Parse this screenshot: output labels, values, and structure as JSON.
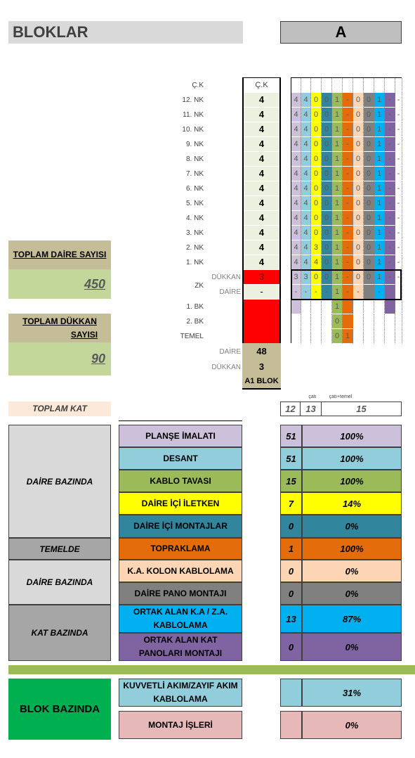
{
  "header": {
    "title": "BLOKLAR",
    "block": "A"
  },
  "floors": [
    {
      "label": "Ç.K",
      "value": "Ç.K",
      "cells": [
        "",
        "",
        "",
        "",
        "",
        "",
        "",
        "",
        "",
        "",
        ""
      ]
    },
    {
      "label": "12. NK",
      "value": "4",
      "cells": [
        "4",
        "4",
        "0",
        "0",
        "1",
        "-",
        "0",
        "0",
        "1",
        "-",
        "-"
      ]
    },
    {
      "label": "11. NK",
      "value": "4",
      "cells": [
        "4",
        "4",
        "0",
        "0",
        "1",
        "-",
        "0",
        "0",
        "1",
        "-",
        "-"
      ]
    },
    {
      "label": "10. NK",
      "value": "4",
      "cells": [
        "4",
        "4",
        "0",
        "0",
        "1",
        "-",
        "0",
        "0",
        "1",
        "-",
        "-"
      ]
    },
    {
      "label": "9. NK",
      "value": "4",
      "cells": [
        "4",
        "4",
        "0",
        "0",
        "1",
        "-",
        "0",
        "0",
        "1",
        "-",
        "-"
      ]
    },
    {
      "label": "8. NK",
      "value": "4",
      "cells": [
        "4",
        "4",
        "0",
        "0",
        "1",
        "-",
        "0",
        "0",
        "1",
        "-",
        "-"
      ]
    },
    {
      "label": "7. NK",
      "value": "4",
      "cells": [
        "4",
        "4",
        "0",
        "0",
        "1",
        "-",
        "0",
        "0",
        "1",
        "-",
        "-"
      ]
    },
    {
      "label": "6. NK",
      "value": "4",
      "cells": [
        "4",
        "4",
        "0",
        "0",
        "1",
        "-",
        "0",
        "0",
        "1",
        "-",
        "-"
      ]
    },
    {
      "label": "5. NK",
      "value": "4",
      "cells": [
        "4",
        "4",
        "0",
        "0",
        "1",
        "-",
        "0",
        "0",
        "1",
        "-",
        "-"
      ]
    },
    {
      "label": "4. NK",
      "value": "4",
      "cells": [
        "4",
        "4",
        "0",
        "0",
        "1",
        "-",
        "0",
        "0",
        "1",
        "-",
        "-"
      ]
    },
    {
      "label": "3. NK",
      "value": "4",
      "cells": [
        "4",
        "4",
        "0",
        "0",
        "1",
        "-",
        "0",
        "0",
        "1",
        "-",
        "-"
      ]
    },
    {
      "label": "2. NK",
      "value": "4",
      "cells": [
        "4",
        "4",
        "3",
        "0",
        "1",
        "-",
        "0",
        "0",
        "1",
        "-",
        "-"
      ]
    },
    {
      "label": "1. NK",
      "value": "4",
      "cells": [
        "4",
        "4",
        "4",
        "0",
        "1",
        "-",
        "0",
        "0",
        "1",
        "-",
        "-"
      ]
    }
  ],
  "zk": {
    "label": "ZK",
    "dukkan_label": "DÜKKAN",
    "dukkan_value": "3",
    "daire_label": "DAİRE",
    "daire_value": "-",
    "dukkan_cells": [
      "3",
      "3",
      "0",
      "0",
      "1",
      "-",
      "0",
      "0",
      "1",
      "-",
      "-"
    ],
    "daire_cells": [
      "-",
      "-",
      "-",
      "-",
      "1",
      "-",
      "-",
      "",
      "-",
      "",
      ""
    ]
  },
  "basement": [
    {
      "label": "1. BK",
      "cells": [
        "",
        "",
        "",
        "",
        "1",
        "",
        "",
        "",
        "",
        "",
        ""
      ]
    },
    {
      "label": "2. BK",
      "cells": [
        "",
        "",
        "",
        "",
        "0",
        "",
        "",
        "",
        "",
        "",
        ""
      ]
    },
    {
      "label": "TEMEL",
      "cells": [
        "",
        "",
        "",
        "",
        "0",
        "1",
        "",
        "",
        "",
        "",
        ""
      ]
    }
  ],
  "summary_col": {
    "daire_label": "DAİRE",
    "daire_value": "48",
    "dukkan_label": "DÜKKAN",
    "dukkan_value": "3",
    "block_label": "A1 BLOK"
  },
  "left": {
    "daire_title": "TOPLAM DAİRE SAYISI",
    "daire_value": "450",
    "dukkan_title_1": "TOPLAM  DÜKKAN",
    "dukkan_title_2": "SAYISI",
    "dukkan_value": "90"
  },
  "toplam_kat": {
    "label": "TOPLAM KAT",
    "col1": "12",
    "col2": "13",
    "col3": "15",
    "note1": "çatı",
    "note2": "çatı+temel"
  },
  "categories": [
    {
      "label": "DAİRE BAZINDA",
      "bg": "#d9d9d9"
    },
    {
      "label": "TEMELDE",
      "bg": "#a6a6a6"
    },
    {
      "label": "DAİRE BAZINDA",
      "bg": "#d9d9d9"
    },
    {
      "label": "KAT BAZINDA",
      "bg": "#a6a6a6"
    }
  ],
  "tasks": [
    {
      "name": "PLANŞE İMALATI",
      "count": "51",
      "pct": "100%",
      "bg": "#ccc0da",
      "fg": "#000000"
    },
    {
      "name": "DESANT",
      "count": "51",
      "pct": "100%",
      "bg": "#92cddc",
      "fg": "#000000"
    },
    {
      "name": "KABLO TAVASI",
      "count": "15",
      "pct": "100%",
      "bg": "#9bbb59",
      "fg": "#000000"
    },
    {
      "name": "DAİRE İÇİ İLETKEN",
      "count": "7",
      "pct": "14%",
      "bg": "#ffff00",
      "fg": "#000000"
    },
    {
      "name": "DAİRE İÇİ MONTAJLAR",
      "count": "0",
      "pct": "0%",
      "bg": "#31859c",
      "fg": "#000000"
    },
    {
      "name": "TOPRAKLAMA",
      "count": "1",
      "pct": "100%",
      "bg": "#e46c0a",
      "fg": "#000000"
    },
    {
      "name": "K.A. KOLON KABLOLAMA",
      "count": "0",
      "pct": "0%",
      "bg": "#fcd5b4",
      "fg": "#000000"
    },
    {
      "name": "DAİRE PANO MONTAJI",
      "count": "0",
      "pct": "0%",
      "bg": "#808080",
      "fg": "#000000"
    },
    {
      "name": "ORTAK ALAN K.A / Z.A. KABLOLAMA",
      "count": "13",
      "pct": "87%",
      "bg": "#00b0f0",
      "fg": "#000000"
    },
    {
      "name": "ORTAK ALAN KAT PANOLARI MONTAJI",
      "count": "0",
      "pct": "0%",
      "bg": "#8064a2",
      "fg": "#000000"
    }
  ],
  "blok": {
    "label": "BLOK BAZINDA",
    "tasks": [
      {
        "name": "KUVVETLİ AKIM/ZAYIF AKIM KABLOLAMA",
        "count": "",
        "pct": "31%",
        "bg": "#92cddc"
      },
      {
        "name": "MONTAJ İŞLERİ",
        "count": "",
        "pct": "0%",
        "bg": "#e6b8b7"
      }
    ]
  },
  "colors": {
    "grid_cols": [
      "#ccc0da",
      "#92cddc",
      "#ffff00",
      "#31859c",
      "#9bbb59",
      "#e46c0a",
      "#fcd5b4",
      "#808080",
      "#00b0f0",
      "#8064a2"
    ],
    "accent_green": "#9bbb59",
    "blok_green": "#00b050",
    "red": "#ff0000"
  }
}
